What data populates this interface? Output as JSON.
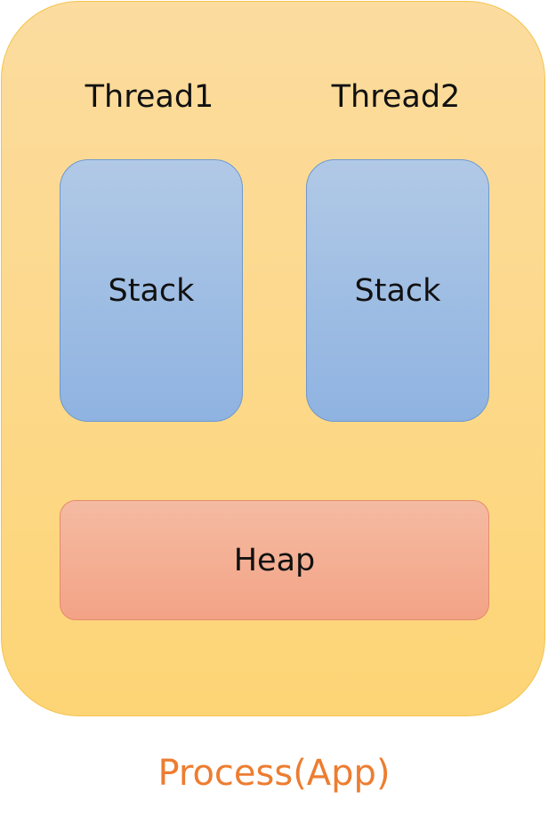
{
  "process": {
    "caption": "Process(App)",
    "fill_color": "#fdd986",
    "caption_color": "#ed7d31"
  },
  "threads": [
    {
      "label": "Thread1",
      "stack_label": "Stack"
    },
    {
      "label": "Thread2",
      "stack_label": "Stack"
    }
  ],
  "heap": {
    "label": "Heap",
    "fill_color": "#f4ad92"
  },
  "stack_fill_color": "#a1bee4"
}
